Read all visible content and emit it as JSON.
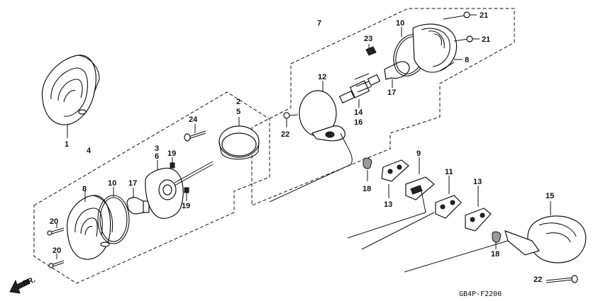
{
  "diagram": {
    "figure_code": "GB4P-F2200",
    "direction_label": "FR.",
    "callouts": [
      {
        "id": "c1",
        "text": "1"
      },
      {
        "id": "c4",
        "text": "4"
      },
      {
        "id": "c8a",
        "text": "8"
      },
      {
        "id": "c10a",
        "text": "10"
      },
      {
        "id": "c17a",
        "text": "17"
      },
      {
        "id": "c3",
        "text": "3"
      },
      {
        "id": "c6",
        "text": "6"
      },
      {
        "id": "c19a",
        "text": "19"
      },
      {
        "id": "c19b",
        "text": "19"
      },
      {
        "id": "c24",
        "text": "24"
      },
      {
        "id": "c2",
        "text": "2"
      },
      {
        "id": "c5",
        "text": "5"
      },
      {
        "id": "c20a",
        "text": "20"
      },
      {
        "id": "c20b",
        "text": "20"
      },
      {
        "id": "c7",
        "text": "7"
      },
      {
        "id": "c12",
        "text": "12"
      },
      {
        "id": "c22a",
        "text": "22"
      },
      {
        "id": "c23",
        "text": "23"
      },
      {
        "id": "c10b",
        "text": "10"
      },
      {
        "id": "c21a",
        "text": "21"
      },
      {
        "id": "c21b",
        "text": "21"
      },
      {
        "id": "c8b",
        "text": "8"
      },
      {
        "id": "c17b",
        "text": "17"
      },
      {
        "id": "c14",
        "text": "14"
      },
      {
        "id": "c16",
        "text": "16"
      },
      {
        "id": "c9",
        "text": "9"
      },
      {
        "id": "c11",
        "text": "11"
      },
      {
        "id": "c13a",
        "text": "13"
      },
      {
        "id": "c13b",
        "text": "13"
      },
      {
        "id": "c18a",
        "text": "18"
      },
      {
        "id": "c18b",
        "text": "18"
      },
      {
        "id": "c15",
        "text": "15"
      },
      {
        "id": "c22b",
        "text": "22"
      }
    ]
  }
}
